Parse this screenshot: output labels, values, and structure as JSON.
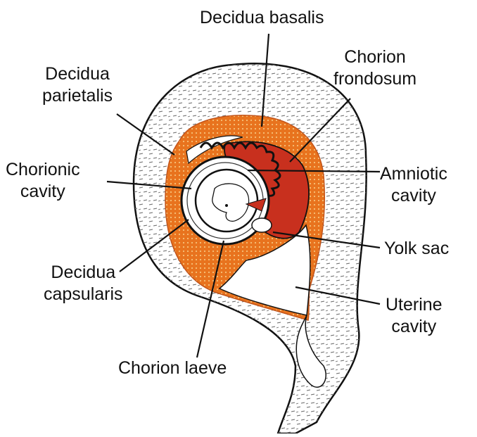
{
  "labels": {
    "decidua_basalis": [
      "Decidua basalis"
    ],
    "chorion_frondosum": [
      "Chorion",
      "frondosum"
    ],
    "decidua_parietalis": [
      "Decidua",
      "parietalis"
    ],
    "chorionic_cavity": [
      "Chorionic",
      "cavity"
    ],
    "amniotic_cavity": [
      "Amniotic",
      "cavity"
    ],
    "yolk_sac": [
      "Yolk sac"
    ],
    "decidua_capsularis": [
      "Decidua",
      "capsularis"
    ],
    "uterine_cavity": [
      "Uterine",
      "cavity"
    ],
    "chorion_laeve": [
      "Chorion laeve"
    ]
  },
  "colors": {
    "decidua_orange": "#e8731e",
    "decidua_dots": "#f0a650",
    "chorion_red": "#c8301e",
    "outline": "#111111",
    "hatch": "#555555"
  }
}
